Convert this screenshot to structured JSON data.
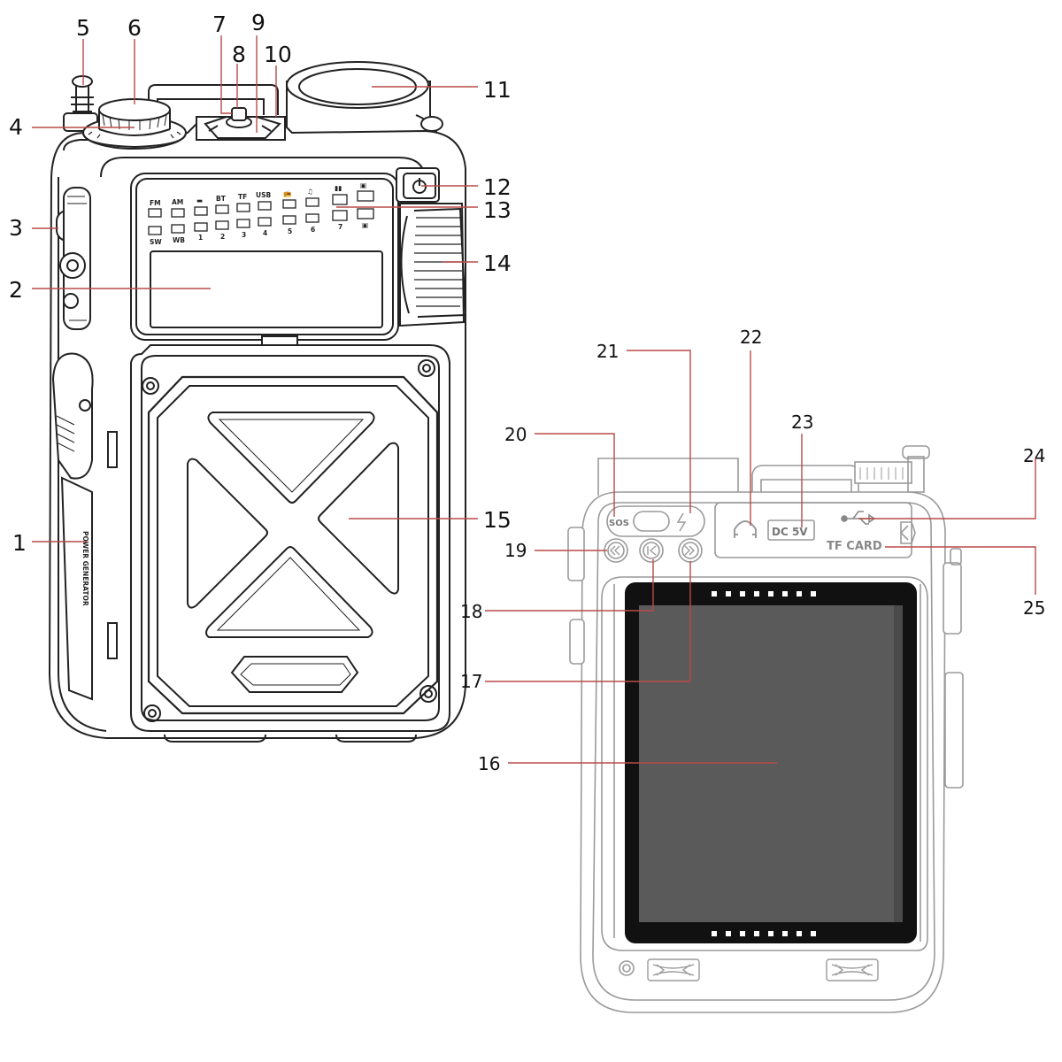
{
  "panel_labels": {
    "top": [
      "FM",
      "AM",
      "▬",
      "BT",
      "TF",
      "USB",
      "📻",
      "♫",
      "▮▮",
      "▣"
    ],
    "bottom": [
      "SW",
      "WB",
      "1",
      "2",
      "3",
      "4",
      "5",
      "6",
      "7",
      "▣"
    ]
  },
  "side_text": "POWER GENERATOR",
  "back_labels": {
    "sos": "SOS",
    "dc": "DC 5V",
    "tf_card": "TF CARD"
  },
  "callouts": {
    "c1": "1",
    "c2": "2",
    "c3": "3",
    "c4": "4",
    "c5": "5",
    "c6": "6",
    "c7": "7",
    "c8": "8",
    "c9": "9",
    "c10": "10",
    "c11": "11",
    "c12": "12",
    "c13": "13",
    "c14": "14",
    "c15": "15",
    "c16": "16",
    "c17": "17",
    "c18": "18",
    "c19": "19",
    "c20": "20",
    "c21": "21",
    "c22": "22",
    "c23": "23",
    "c24": "24",
    "c25": "25"
  },
  "colors": {
    "leader_line": "#b94a48",
    "line_art": "#222222",
    "screen": "#5a5a5a"
  }
}
